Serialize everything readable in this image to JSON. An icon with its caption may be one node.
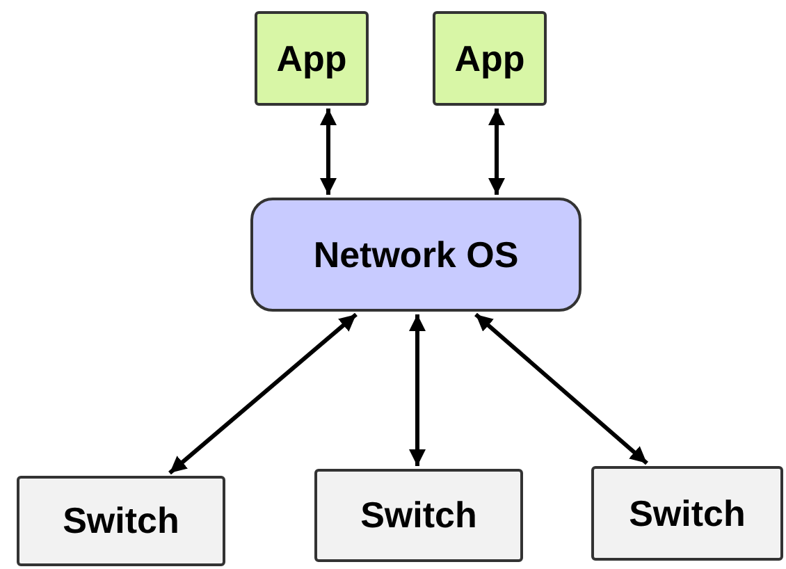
{
  "diagram": {
    "nodes": [
      {
        "text": [
          "App"
        ]
      },
      {
        "text": [
          "App"
        ]
      },
      {
        "text": [
          "Network OS"
        ]
      },
      {
        "text": [
          "Switch"
        ]
      },
      {
        "text": [
          "Switch"
        ]
      },
      {
        "text": [
          "Switch"
        ]
      }
    ],
    "edges": [
      {
        "from": 0,
        "to": 2,
        "arrow": "both"
      },
      {
        "from": 1,
        "to": 2,
        "arrow": "both"
      },
      {
        "from": 2,
        "to": 3,
        "arrow": "both"
      },
      {
        "from": 2,
        "to": 4,
        "arrow": "both"
      },
      {
        "from": 2,
        "to": 5,
        "arrow": "both"
      }
    ]
  }
}
